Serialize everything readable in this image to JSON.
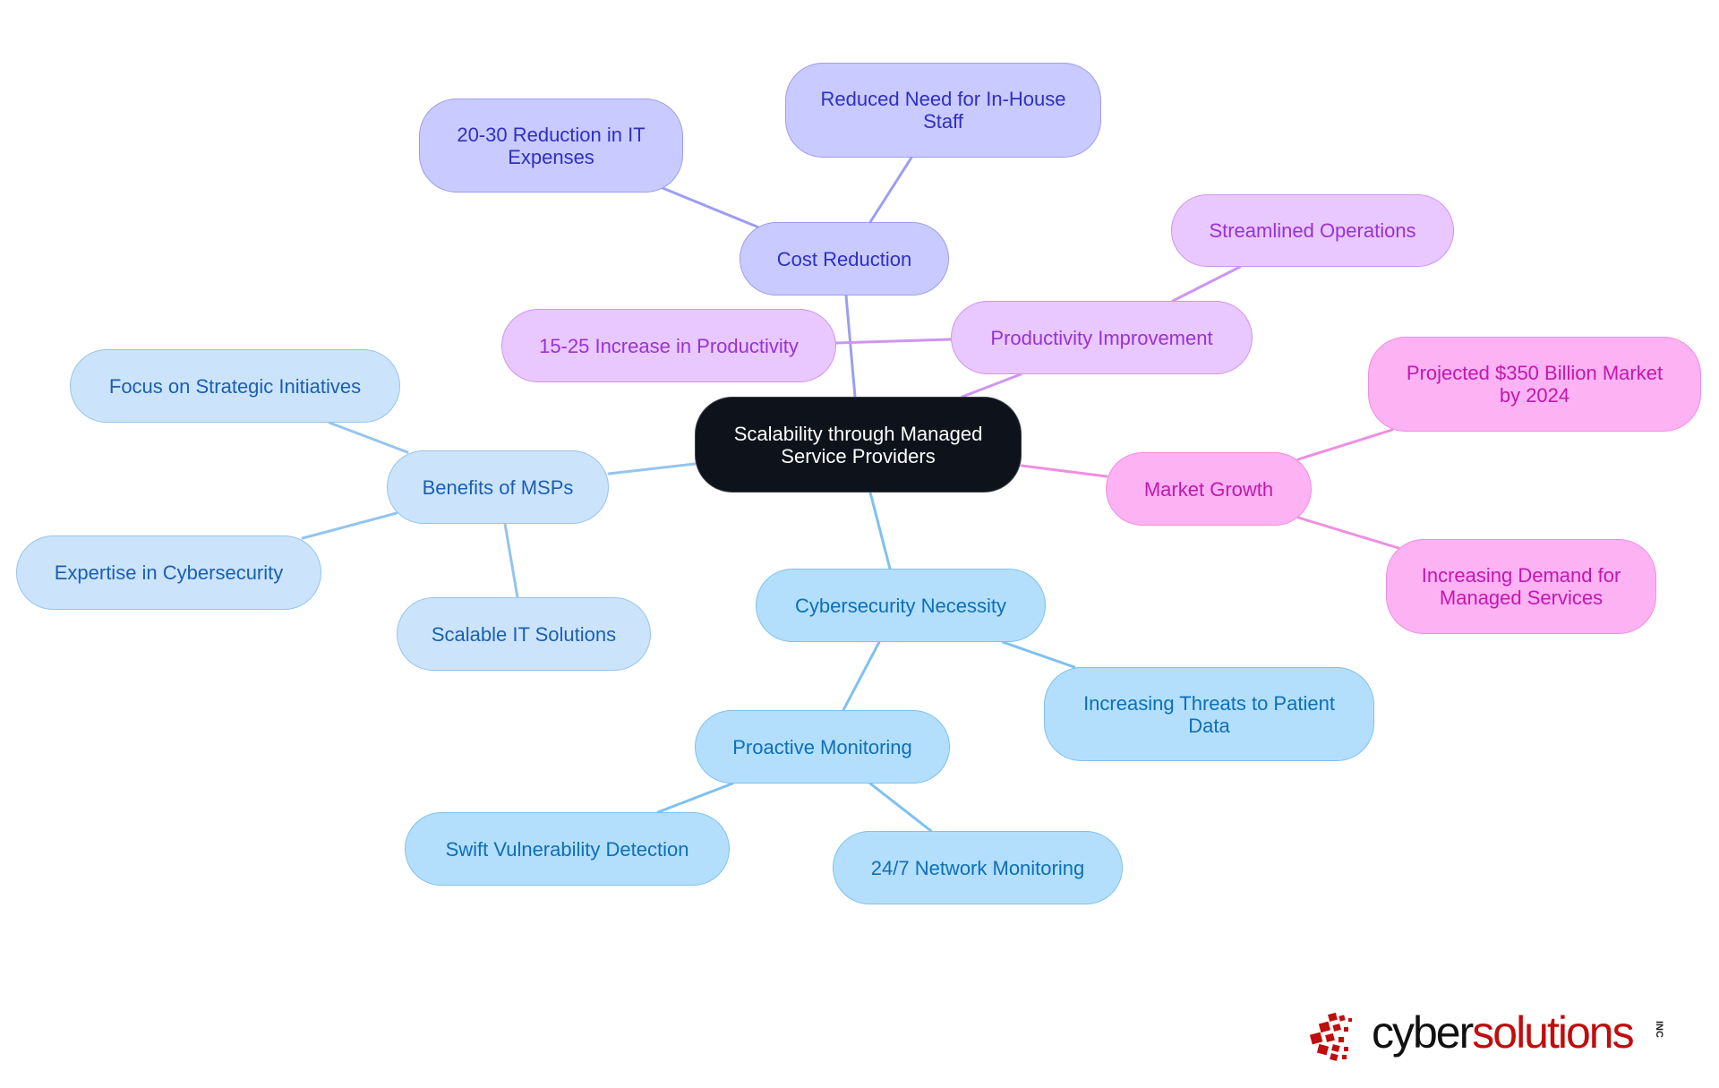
{
  "diagram": {
    "type": "mindmap",
    "root": {
      "label": "Scalability through Managed Service Providers"
    },
    "branches": [
      {
        "label": "Cost Reduction",
        "color": "#c9caff",
        "children": [
          {
            "label": "20-30 Reduction in IT Expenses"
          },
          {
            "label": "Reduced Need for In-House Staff"
          }
        ]
      },
      {
        "label": "Productivity Improvement",
        "color": "#e8c8ff",
        "children": [
          {
            "label": "15-25 Increase in Productivity"
          },
          {
            "label": "Streamlined Operations"
          }
        ]
      },
      {
        "label": "Market Growth",
        "color": "#fcb2f3",
        "children": [
          {
            "label": "Projected $350 Billion Market by 2024"
          },
          {
            "label": "Increasing Demand for Managed Services"
          }
        ]
      },
      {
        "label": "Cybersecurity Necessity",
        "color": "#b3dffd",
        "children": [
          {
            "label": "Increasing Threats to Patient Data"
          },
          {
            "label": "Proactive Monitoring",
            "children": [
              {
                "label": "Swift Vulnerability Detection"
              },
              {
                "label": "24/7 Network Monitoring"
              }
            ]
          }
        ]
      },
      {
        "label": "Benefits of MSPs",
        "color": "#cce4fb",
        "children": [
          {
            "label": "Focus on Strategic Initiatives"
          },
          {
            "label": "Expertise in Cybersecurity"
          },
          {
            "label": "Scalable IT Solutions"
          }
        ]
      }
    ]
  },
  "logo": {
    "part1": "cyber",
    "part2": "solutions",
    "suffix": "INC",
    "colors": {
      "dark": "#111111",
      "red": "#c00d0d"
    }
  }
}
